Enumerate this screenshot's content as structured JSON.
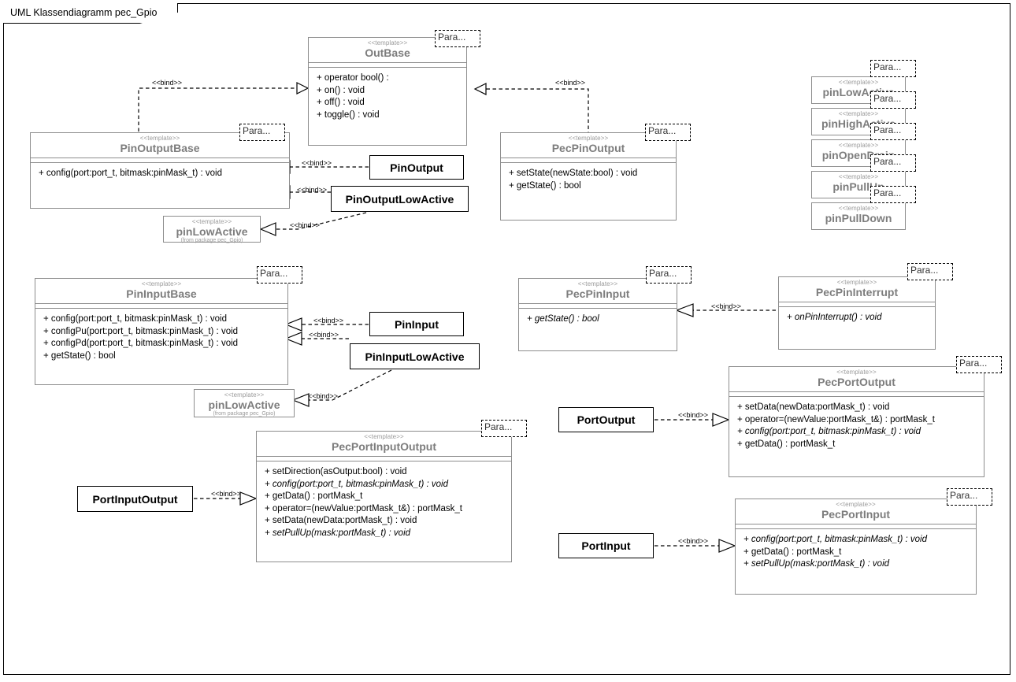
{
  "frame": {
    "title": "UML Klassendiagramm pec_Gpio"
  },
  "labels": {
    "stereotype_template": "<<template>>",
    "bind": "<<bind>>",
    "para": "Para...",
    "from_package_gpio": "(from package pec_Gpio)"
  },
  "classes": {
    "out_base": {
      "stereotype": "<<template>>",
      "name": "OutBase",
      "operations": [
        "+ operator bool() :",
        "+ on() : void",
        "+ off() : void",
        "+ toggle() : void"
      ]
    },
    "pin_output_base": {
      "stereotype": "<<template>>",
      "name": "PinOutputBase",
      "operations": [
        "+ config(port:port_t, bitmask:pinMask_t) : void"
      ]
    },
    "pec_pin_output": {
      "stereotype": "<<template>>",
      "name": "PecPinOutput",
      "operations": [
        "+ setState(newState:bool) : void",
        "+ getState() : bool"
      ]
    },
    "pin_low_active_out": {
      "stereotype": "<<template>>",
      "name": "pinLowActive",
      "from": "(from package pec_Gpio)"
    },
    "pin_low_active_in": {
      "stereotype": "<<template>>",
      "name": "pinLowActive",
      "from": "(from package pec_Gpio)"
    },
    "pin_input_base": {
      "stereotype": "<<template>>",
      "name": "PinInputBase",
      "operations": [
        "+ config(port:port_t, bitmask:pinMask_t) : void",
        "+ configPu(port:port_t, bitmask:pinMask_t) : void",
        "+ configPd(port:port_t, bitmask:pinMask_t) : void",
        "+ getState() : bool"
      ]
    },
    "pec_pin_input": {
      "stereotype": "<<template>>",
      "name": "PecPinInput",
      "operations": [
        "+ getState() : bool"
      ]
    },
    "pec_pin_interrupt": {
      "stereotype": "<<template>>",
      "name": "PecPinInterrupt",
      "operations": [
        "+ onPinInterrupt() : void"
      ]
    },
    "pec_port_output": {
      "stereotype": "<<template>>",
      "name": "PecPortOutput",
      "operations": [
        "+ setData(newData:portMask_t) : void",
        "+ operator=(newValue:portMask_t&) : portMask_t",
        "+ config(port:port_t, bitmask:pinMask_t) : void",
        "+ getData() : portMask_t"
      ]
    },
    "pec_port_input_output": {
      "stereotype": "<<template>>",
      "name": "PecPortInputOutput",
      "operations": [
        "+ setDirection(asOutput:bool) : void",
        "+ config(port:port_t, bitmask:pinMask_t) : void",
        "+ getData() : portMask_t",
        "+ operator=(newValue:portMask_t&) : portMask_t",
        "+ setData(newData:portMask_t) : void",
        "+ setPullUp(mask:portMask_t) : void"
      ]
    },
    "pec_port_input": {
      "stereotype": "<<template>>",
      "name": "PecPortInput",
      "operations": [
        "+ config(port:port_t, bitmask:pinMask_t) : void",
        "+ getData() : portMask_t",
        "+ setPullUp(mask:portMask_t) : void"
      ]
    },
    "pin_low_active_right": {
      "stereotype": "<<template>>",
      "name": "pinLowActive"
    },
    "pin_high_active_right": {
      "stereotype": "<<template>>",
      "name": "pinHighActive"
    },
    "pin_open_drain_right": {
      "stereotype": "<<template>>",
      "name": "pinOpenDrain"
    },
    "pin_pull_up_right": {
      "stereotype": "<<template>>",
      "name": "pinPullUp"
    },
    "pin_pull_down_right": {
      "stereotype": "<<template>>",
      "name": "pinPullDown"
    }
  },
  "bound_classes": {
    "pin_output": "PinOutput",
    "pin_output_low_active": "PinOutputLowActive",
    "pin_input": "PinInput",
    "pin_input_low_active": "PinInputLowActive",
    "port_output": "PortOutput",
    "port_input_output": "PortInputOutput",
    "port_input": "PortInput"
  },
  "colors": {
    "frame_border": "#000000",
    "template_border": "#8d8d8d",
    "template_title": "#7d7d7d",
    "stereotype_text": "#9a9a9a",
    "concrete_border": "#000000",
    "operation_text": "#000000",
    "background": "#ffffff"
  }
}
